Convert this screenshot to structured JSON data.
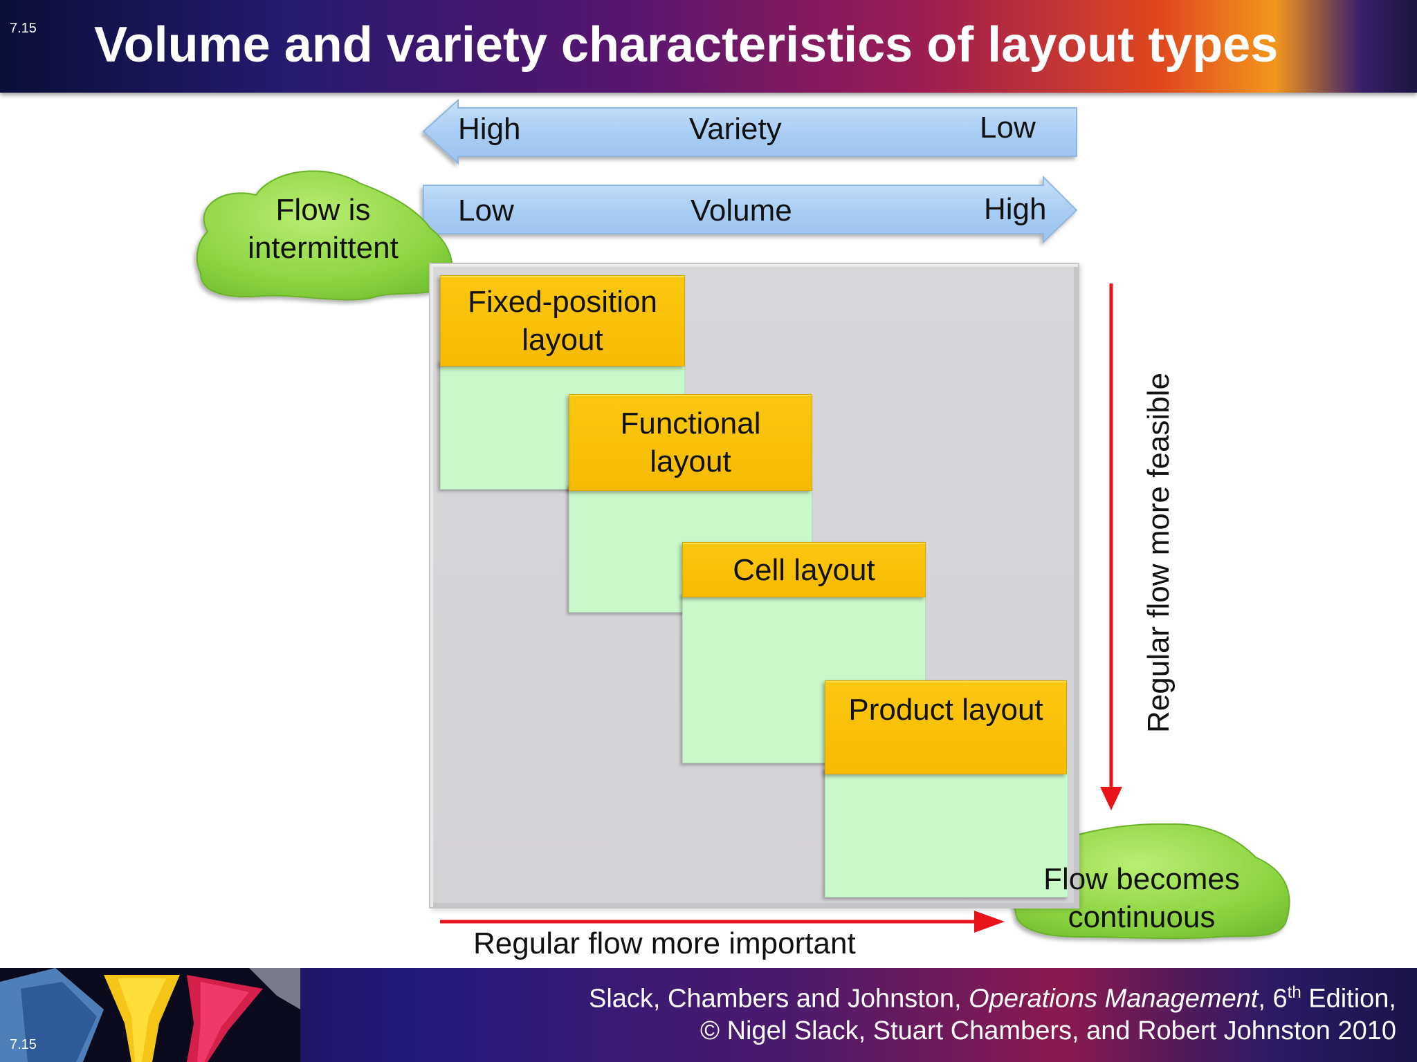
{
  "slide": {
    "number": "7.15",
    "title": "Volume and variety characteristics of layout types"
  },
  "variety_arrow": {
    "left_label": "High",
    "center_label": "Variety",
    "right_label": "Low",
    "direction": "left"
  },
  "volume_arrow": {
    "left_label": "Low",
    "center_label": "Volume",
    "right_label": "High",
    "direction": "right"
  },
  "clouds": {
    "start": {
      "line1": "Flow is",
      "line2": "intermittent"
    },
    "end": {
      "line1": "Flow becomes",
      "line2": "continuous"
    }
  },
  "layouts": [
    {
      "line1": "Fixed-position",
      "line2": "layout"
    },
    {
      "line1": "Functional",
      "line2": "layout"
    },
    {
      "line1": "Cell layout",
      "line2": ""
    },
    {
      "line1": "Product layout",
      "line2": ""
    }
  ],
  "axis_labels": {
    "vertical": "Regular flow more feasible",
    "horizontal": "Regular flow more important"
  },
  "footer": {
    "citation_authors": "Slack, Chambers and Johnston, ",
    "citation_book": "Operations Management",
    "citation_edition_pre": ", 6",
    "citation_edition_sup": "th",
    "citation_edition_post": " Edition,",
    "copyright": "© Nigel Slack, Stuart Chambers, and Robert Johnston 2010"
  },
  "colors": {
    "arrow_fill": "#aed0f5",
    "layout_box": "#f9c20a",
    "layout_stem": "#c9f8cb",
    "cloud": "#8fd34a",
    "flow_arrow": "#e8141a",
    "matrix_bg": "#d6d5d8"
  }
}
